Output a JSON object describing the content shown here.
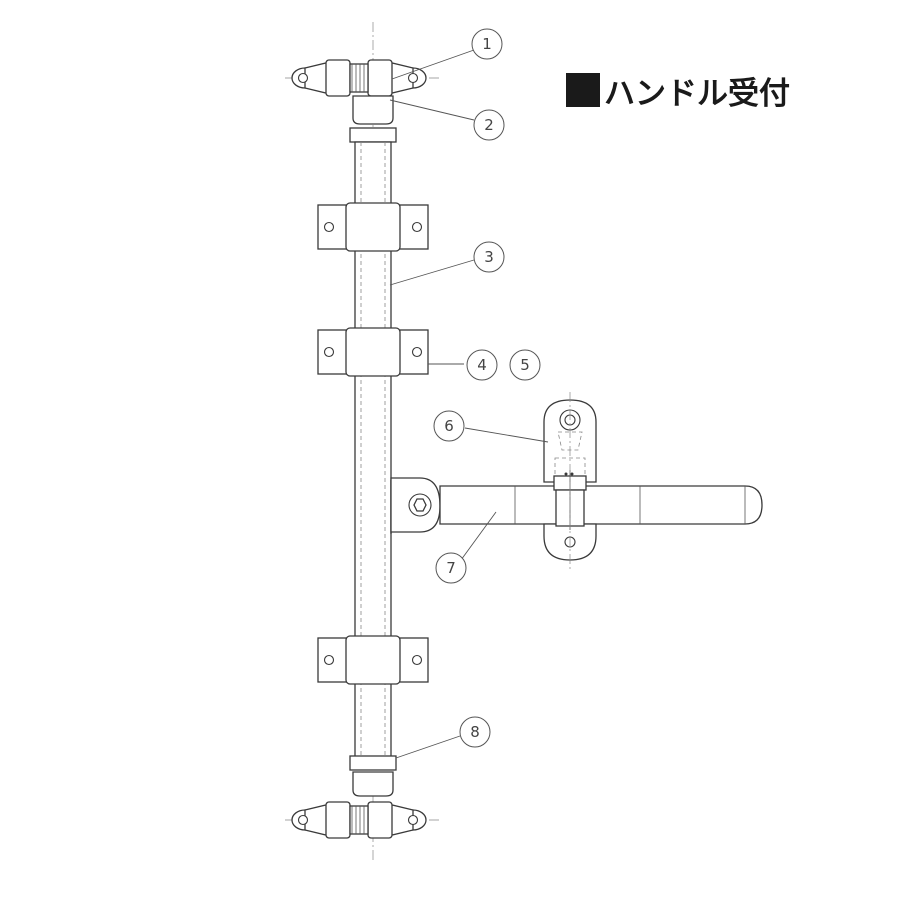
{
  "title": "ハンドル受付",
  "callouts": [
    {
      "id": "1",
      "label": "1"
    },
    {
      "id": "2",
      "label": "2"
    },
    {
      "id": "3",
      "label": "3"
    },
    {
      "id": "4",
      "label": "4"
    },
    {
      "id": "5",
      "label": "5"
    },
    {
      "id": "6",
      "label": "6"
    },
    {
      "id": "7",
      "label": "7"
    },
    {
      "id": "8",
      "label": "8"
    }
  ]
}
